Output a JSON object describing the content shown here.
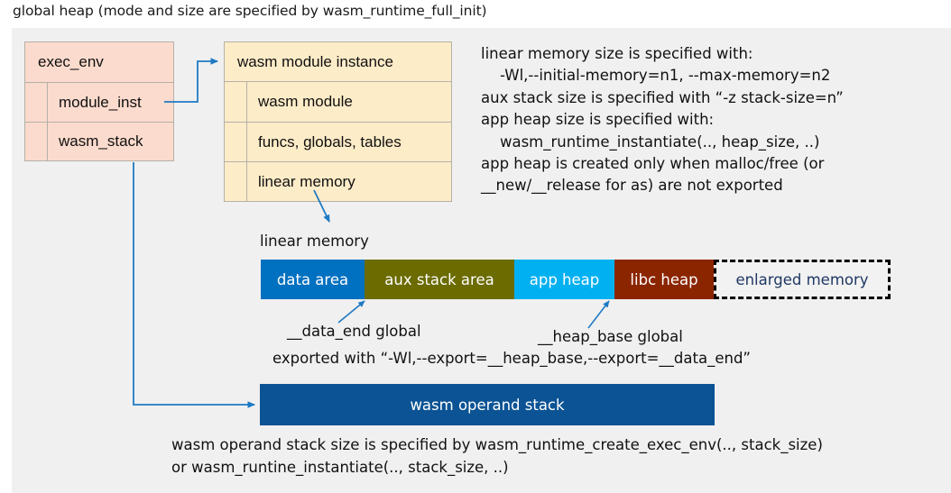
{
  "title": "global heap (mode and size are specified by wasm_runtime_full_init)",
  "colors": {
    "canvas_bg": "#f0f0f0",
    "exec_env_fill": "#fbdbcd",
    "module_instance_fill": "#fdecc8",
    "box_border": "#b5b0a8",
    "connector": "#1f7ac4",
    "data_area": "#0070c0",
    "aux_stack_area": "#6b6b00",
    "app_heap": "#00b0f0",
    "libc_heap": "#8b2500",
    "enlarged_memory_fill": "#f2f2f2",
    "enlarged_memory_text": "#1f3864",
    "operand_stack": "#0b5394"
  },
  "exec_env": {
    "header": "exec_env",
    "fields": [
      {
        "label": "module_inst"
      },
      {
        "label": "wasm_stack"
      }
    ]
  },
  "module_instance": {
    "header": "wasm module instance",
    "fields": [
      {
        "label": "wasm module"
      },
      {
        "label": "funcs, globals, tables"
      },
      {
        "label": "linear memory"
      }
    ]
  },
  "notes": {
    "text": "linear memory size is specified with:\n    -Wl,--initial-memory=n1, --max-memory=n2\naux stack size is specified with “-z stack-size=n”\napp heap size is specified with:\n    wasm_runtime_instantiate(.., heap_size, ..)\napp heap is created only when malloc/free (or\n__new/__release for as) are not exported"
  },
  "linear_memory": {
    "label": "linear memory",
    "segments": [
      {
        "label": "data area",
        "color": "#0070c0",
        "width": 115,
        "style": "solid"
      },
      {
        "label": "aux stack area",
        "color": "#6b6b00",
        "width": 166,
        "style": "solid"
      },
      {
        "label": "app heap",
        "color": "#00b0f0",
        "width": 111,
        "style": "solid"
      },
      {
        "label": "libc heap",
        "color": "#8b2500",
        "width": 110,
        "style": "solid"
      },
      {
        "label": "enlarged memory",
        "color": "#f2f2f2",
        "width": 196,
        "style": "dashed"
      }
    ]
  },
  "annotations": {
    "data_end": "__data_end global",
    "heap_base": "__heap_base global",
    "exported": "exported with “-Wl,--export=__heap_base,--export=__data_end”"
  },
  "operand_stack": {
    "label": "wasm operand stack"
  },
  "bottom_note": {
    "text": "wasm operand stack size is specified by wasm_runtime_create_exec_env(.., stack_size)\nor wasm_runtine_instantiate(.., stack_size, ..)"
  }
}
